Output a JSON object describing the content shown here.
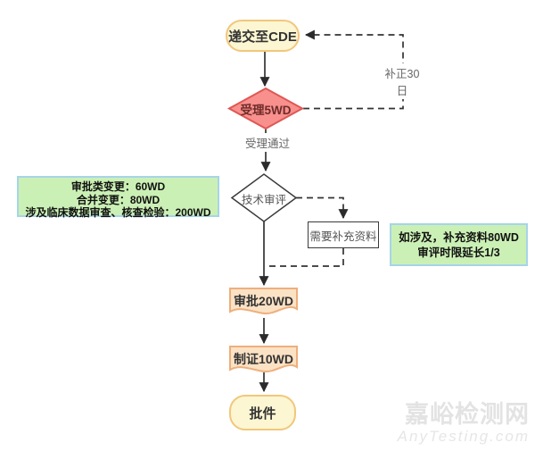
{
  "flowchart": {
    "nodes": {
      "submit": {
        "label": "递交至CDE",
        "fill": "#FCF6D2",
        "border": "#F1C77C"
      },
      "accept": {
        "label": "受理5WD",
        "fill": "#F8908D",
        "border": "#DF5753",
        "text_color": "#6E2B29"
      },
      "review": {
        "label": "技术审评",
        "fill": "#FFFFFF",
        "border": "#3A3A3A"
      },
      "supplement": {
        "label": "需要补充资料",
        "fill": "#FFFFFF",
        "border": "#3A3A3A"
      },
      "approve": {
        "label": "审批20WD",
        "fill": "#FBE2C5",
        "border": "#EEAF7C"
      },
      "certificate": {
        "label": "制证10WD",
        "fill": "#FBE2C5",
        "border": "#EEAF7C"
      },
      "final": {
        "label": "批件",
        "fill": "#FCF6D2",
        "border": "#F1C77C"
      }
    },
    "edge_labels": {
      "accept_pass": "受理通过",
      "correction": "补正30日"
    },
    "annotations": {
      "left_box": {
        "lines": [
          "审批类变更：60WD",
          "合并变更：80WD",
          "涉及临床数据审查、核查检验：200WD"
        ],
        "fill": "#CBF0B5",
        "border": "#A6D4E9"
      },
      "right_box": {
        "lines": [
          "如涉及，补充资料80WD",
          "审评时限延长1/3"
        ],
        "fill": "#CBF0B5",
        "border": "#A6D4E9"
      }
    },
    "line_color": "#333333"
  },
  "watermark": {
    "cn": "嘉峪检测网",
    "en": "AnyTesting.com"
  }
}
